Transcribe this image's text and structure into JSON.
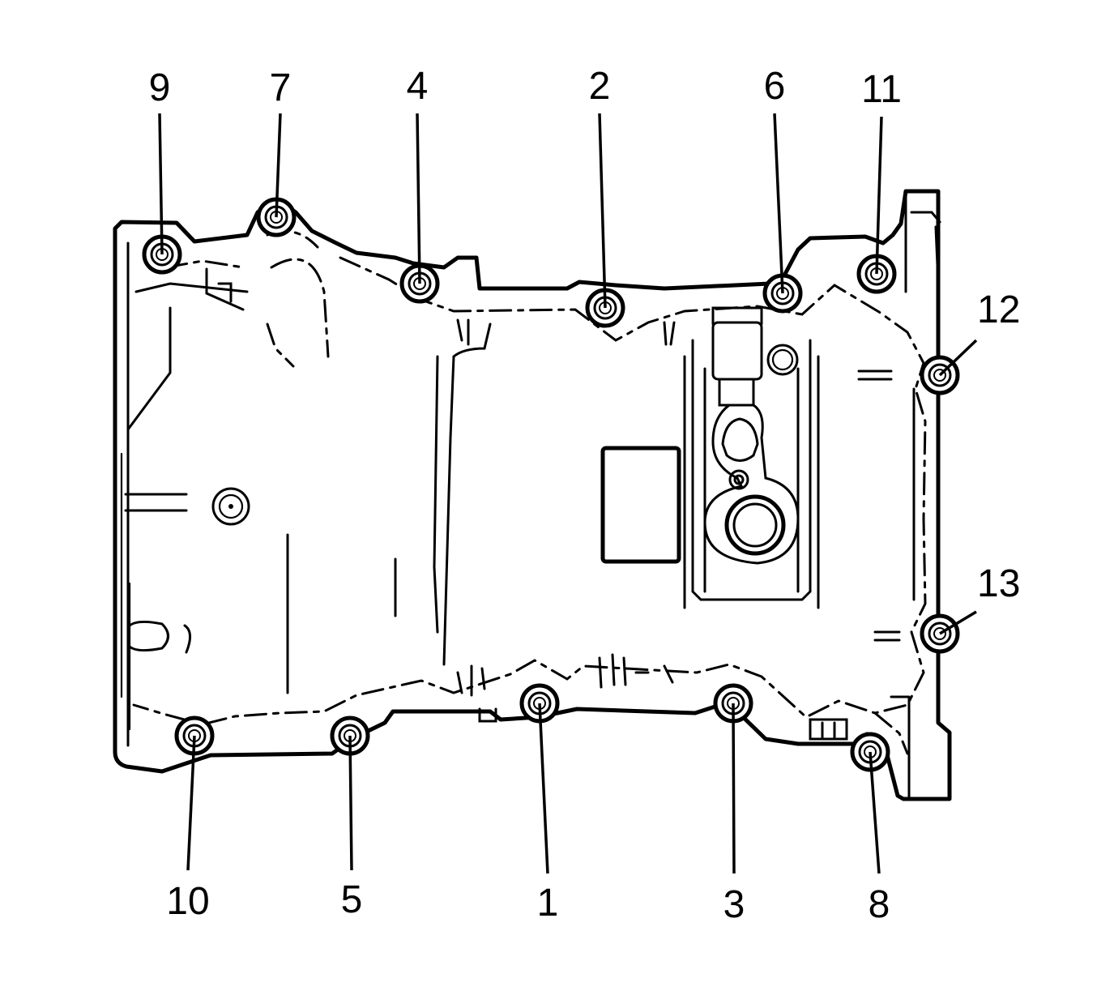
{
  "diagram": {
    "bolt_callouts": [
      "1",
      "2",
      "3",
      "4",
      "5",
      "6",
      "7",
      "8",
      "9",
      "10",
      "11",
      "12",
      "13"
    ]
  }
}
